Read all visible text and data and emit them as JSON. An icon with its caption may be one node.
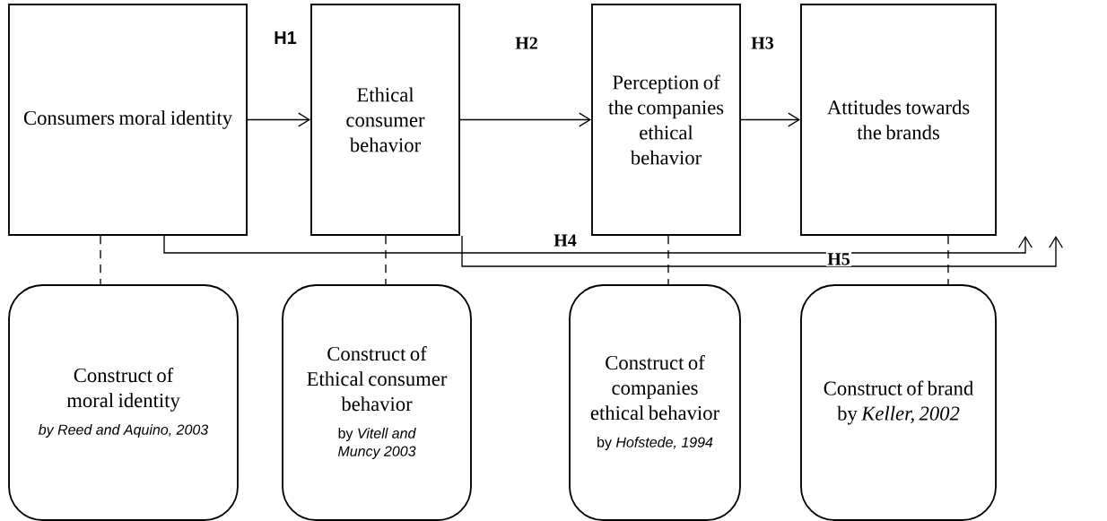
{
  "diagram": {
    "nodes": [
      {
        "text": [
          "Consumers moral identity"
        ]
      },
      {
        "text": [
          "Ethical consumer behavior"
        ]
      },
      {
        "text": [
          "Perception of the companies ethical behavior"
        ]
      },
      {
        "text": [
          "Attitudes towards the brands"
        ]
      },
      {
        "text": [
          "Construct of moral identity",
          "by Reed and Aquino, 2003"
        ]
      },
      {
        "text": [
          "Construct of Ethical consumer behavior",
          "by *Vitell and Muncy 2003*"
        ]
      },
      {
        "text": [
          "Construct of companies ethical behavior",
          "by *Hofstede, 1994*"
        ]
      },
      {
        "text": [
          "Construct of brand by *Keller, 2002*"
        ]
      }
    ],
    "edges": [
      {
        "from": 0,
        "to": 1,
        "arrow": "to",
        "label": "H1"
      },
      {
        "from": 1,
        "to": 2,
        "arrow": "to",
        "label": "H2"
      },
      {
        "from": 2,
        "to": 3,
        "arrow": "to",
        "label": "H3"
      },
      {
        "from": 0,
        "to": 3,
        "arrow": "to",
        "label": "H4"
      },
      {
        "from": 1,
        "to": 3,
        "arrow": "to",
        "label": "H5"
      },
      {
        "from": 0,
        "to": 4,
        "arrow": "none",
        "style": "dashed"
      },
      {
        "from": 1,
        "to": 5,
        "arrow": "none",
        "style": "dashed"
      },
      {
        "from": 2,
        "to": 6,
        "arrow": "none",
        "style": "dashed"
      },
      {
        "from": 3,
        "to": 7,
        "arrow": "none",
        "style": "dashed"
      }
    ]
  }
}
